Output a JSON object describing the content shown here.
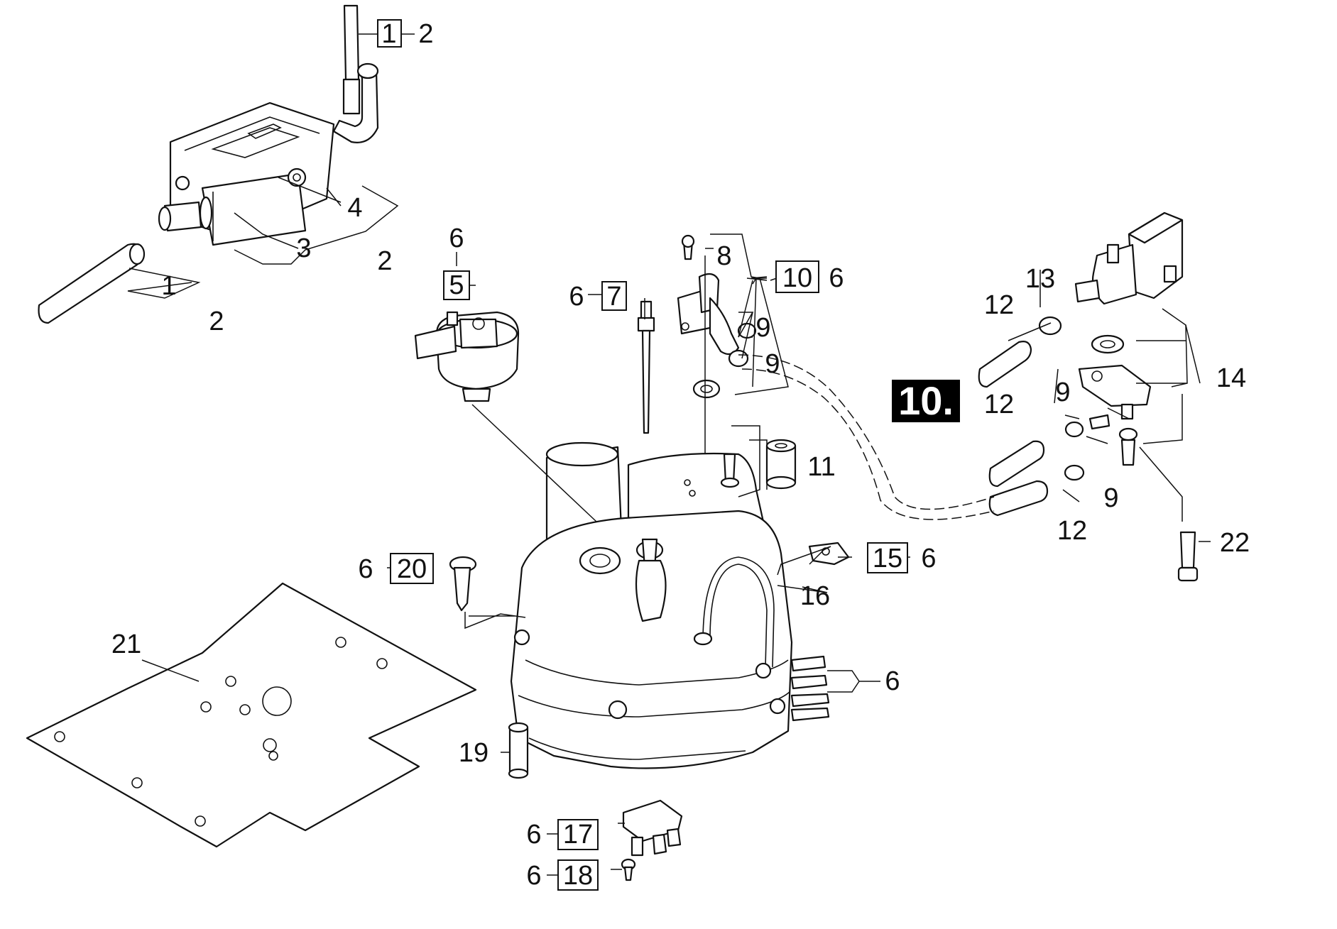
{
  "diagram": {
    "badge": "10.",
    "callouts": {
      "c1_top": "1",
      "c2_top": "2",
      "c4": "4",
      "c3": "3",
      "c2_mid": "2",
      "c1_hose": "1",
      "c2_hose": "2",
      "c6_above5": "6",
      "c5": "5",
      "c6_7": "6",
      "c7": "7",
      "c8": "8",
      "c10": "10",
      "c6_10": "6",
      "c9_a": "9",
      "c9_b": "9",
      "c12_a": "12",
      "c13": "13",
      "c12_b": "12",
      "c9_c": "9",
      "c14": "14",
      "c9_d": "9",
      "c12_c": "12",
      "c11": "11",
      "c15": "15",
      "c6_15": "6",
      "c16": "16",
      "c6_20": "6",
      "c20": "20",
      "c22": "22",
      "c21": "21",
      "c6_conn": "6",
      "c19": "19",
      "c6_17": "6",
      "c17": "17",
      "c6_18": "6",
      "c18": "18"
    }
  }
}
